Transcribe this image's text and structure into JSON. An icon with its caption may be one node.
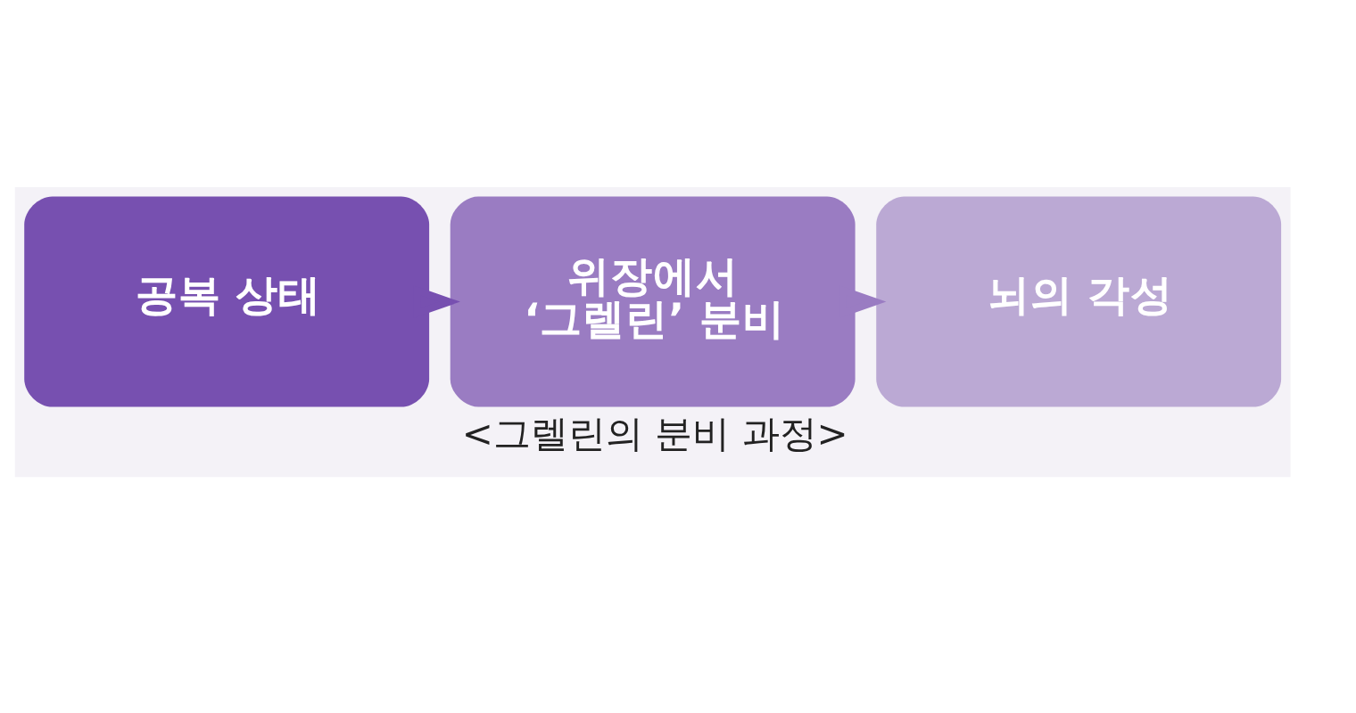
{
  "diagram": {
    "caption": "<그렐린의 분비 과정>",
    "nodes": [
      {
        "text": [
          "공복 상태"
        ]
      },
      {
        "text": [
          "위장에서 ‘그렐린’ 분비"
        ]
      },
      {
        "text": [
          "뇌의 각성"
        ]
      }
    ],
    "edges": [
      {
        "from": 0,
        "to": 1,
        "arrow": "to"
      },
      {
        "from": 1,
        "to": 2,
        "arrow": "to"
      }
    ]
  }
}
